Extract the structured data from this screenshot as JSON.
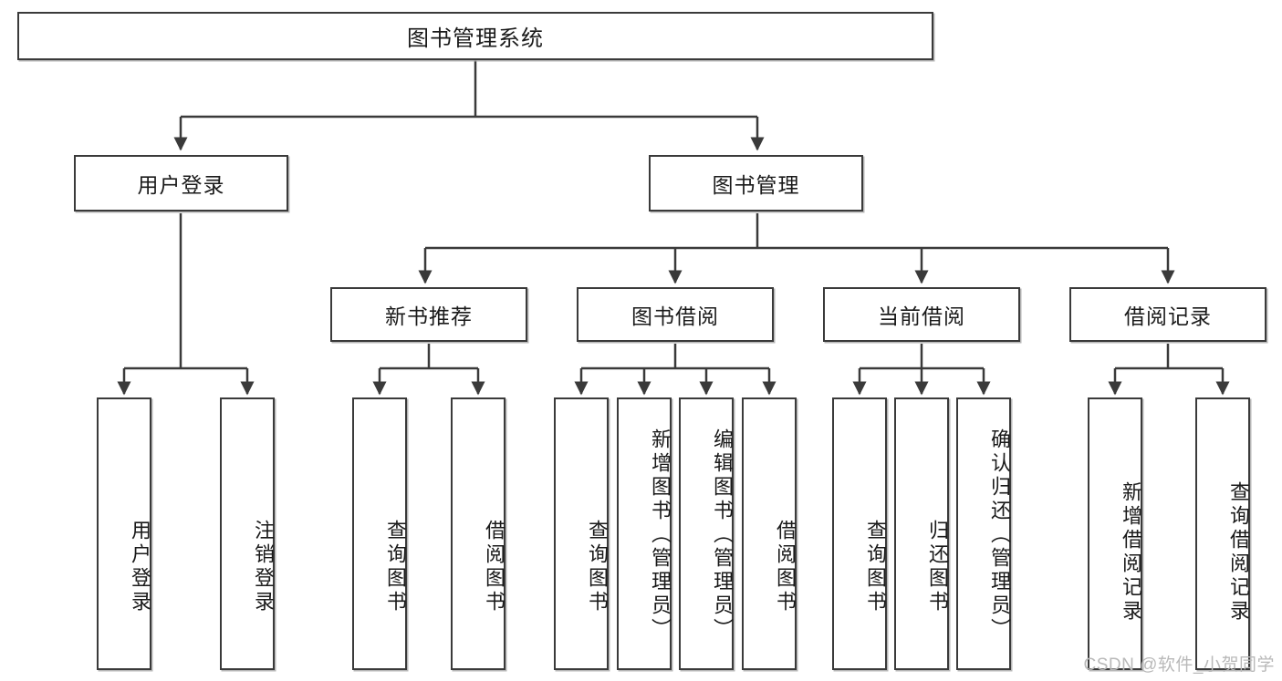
{
  "diagram": {
    "title": "图书管理系统",
    "type": "hierarchy-tree",
    "root": {
      "id": "root",
      "label": "图书管理系统"
    },
    "level2": [
      {
        "id": "login",
        "label": "用户登录"
      },
      {
        "id": "bookmgmt",
        "label": "图书管理"
      }
    ],
    "level3": [
      {
        "id": "newbook",
        "label": "新书推荐"
      },
      {
        "id": "borrow",
        "label": "图书借阅"
      },
      {
        "id": "current",
        "label": "当前借阅"
      },
      {
        "id": "records",
        "label": "借阅记录"
      }
    ],
    "leaves": {
      "login": [
        {
          "id": "leaf-user-login",
          "label": "用户登录"
        },
        {
          "id": "leaf-logout",
          "label": "注销登录"
        }
      ],
      "newbook": [
        {
          "id": "leaf-query-book-1",
          "label": "查询图书"
        },
        {
          "id": "leaf-borrow-book-1",
          "label": "借阅图书"
        }
      ],
      "borrow": [
        {
          "id": "leaf-query-book-2",
          "label": "查询图书"
        },
        {
          "id": "leaf-add-book",
          "label": "新增图书（管理员）"
        },
        {
          "id": "leaf-edit-book",
          "label": "编辑图书（管理员）"
        },
        {
          "id": "leaf-borrow-book-2",
          "label": "借阅图书"
        }
      ],
      "current": [
        {
          "id": "leaf-query-book-3",
          "label": "查询图书"
        },
        {
          "id": "leaf-return-book",
          "label": "归还图书"
        },
        {
          "id": "leaf-confirm-return",
          "label": "确认归还（管理员）"
        }
      ],
      "records": [
        {
          "id": "leaf-add-record",
          "label": "新增借阅记录"
        },
        {
          "id": "leaf-query-record",
          "label": "查询借阅记录"
        }
      ]
    }
  },
  "watermark": {
    "text": "CSDN @软件_小贺同学"
  },
  "colors": {
    "border": "#3a3a3a",
    "text": "#1a1a1a",
    "background": "#ffffff",
    "watermark": "#b9b9b9"
  }
}
